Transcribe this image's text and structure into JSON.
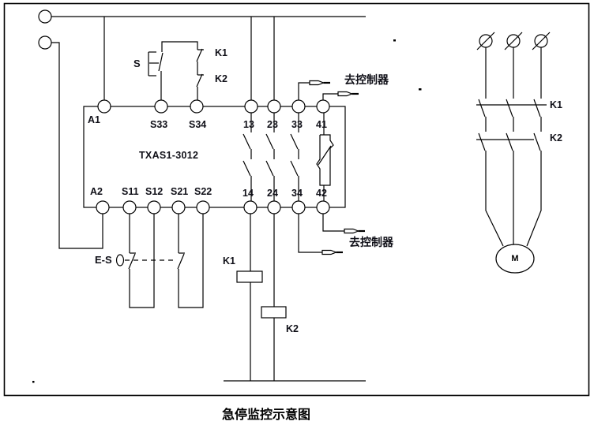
{
  "diagram": {
    "title": "急停监控示意图",
    "relay": {
      "model": "TXAS1-3012",
      "top_terminals": [
        "A1",
        "S33",
        "S34",
        "13",
        "23",
        "33",
        "41"
      ],
      "bottom_terminals": [
        "A2",
        "S11",
        "S12",
        "S21",
        "S22",
        "14",
        "24",
        "34",
        "42"
      ]
    },
    "control": {
      "start_button": "S",
      "k1_aux_contact": "K1",
      "k2_aux_contact": "K2",
      "estop": "E-S",
      "k1_coil": "K1",
      "k2_coil": "K2",
      "to_controller_top": "去控制器",
      "to_controller_bottom": "去控制器"
    },
    "power": {
      "k1_main_contact": "K1",
      "k2_main_contact": "K2",
      "motor": "M"
    },
    "colors": {
      "line": "#000000",
      "background": "#ffffff"
    }
  }
}
